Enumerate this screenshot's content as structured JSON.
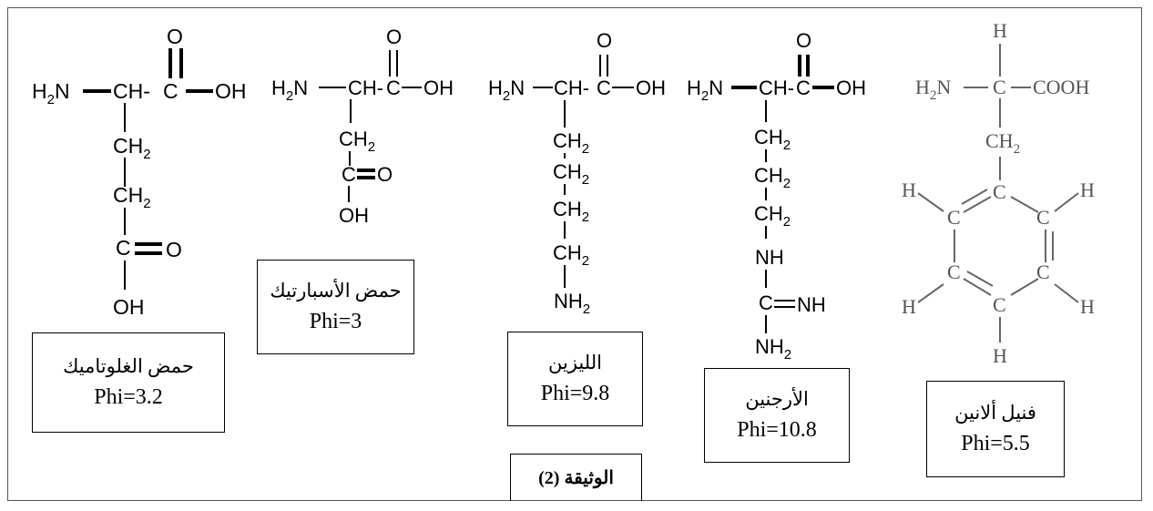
{
  "document_label": "الوثيقة (2)",
  "amino_acids": [
    {
      "name": "حمض الغلوتاميك",
      "phi": "Phi=3.2"
    },
    {
      "name": "حمض الأسبارتيك",
      "phi": "Phi=3"
    },
    {
      "name": "الليزين",
      "phi": "Phi=9.8"
    },
    {
      "name": "الأرجنين",
      "phi": "Phi=10.8"
    },
    {
      "name": "فنيل ألانين",
      "phi": "Phi=5.5"
    }
  ]
}
